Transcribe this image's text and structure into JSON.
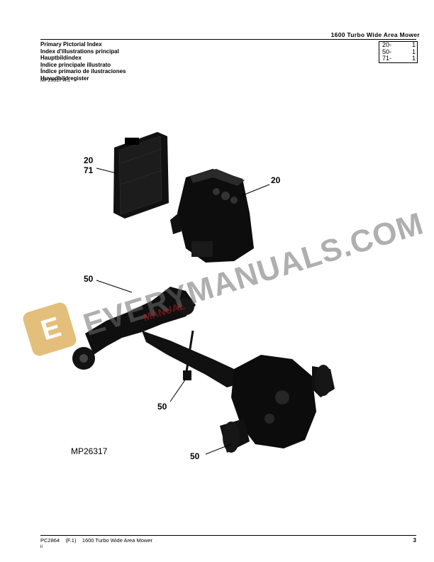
{
  "header": {
    "title": "1600 Turbo Wide Area Mower",
    "index_titles": [
      "Primary Pictorial Index",
      "Index d'illustrations principal",
      "Hauptbildindex",
      "Indice principale illustrato",
      "Índice primario de ilustraciones",
      "Huvudbildregister"
    ],
    "reference_table": [
      {
        "group": "20-",
        "page": "1"
      },
      {
        "group": "50-",
        "page": "1"
      },
      {
        "group": "71-",
        "page": "1"
      }
    ],
    "figure_id": "MP26317 A.1"
  },
  "illustration": {
    "callouts": {
      "radiator_top": "20",
      "radiator_bottom": "71",
      "engine": "20",
      "driveline": "50",
      "shift_lever": "50",
      "transaxle": "50"
    },
    "figure_label": "MP26317"
  },
  "watermark": {
    "text": "EVERYMANUALS.COM",
    "sub": "MANUAL",
    "logo_letter": "E",
    "logo_color": "#e0b565"
  },
  "footer": {
    "left": "PC2864    (F.1)    1600 Turbo Wide Area Mower",
    "sub": "ii",
    "page": "3"
  }
}
